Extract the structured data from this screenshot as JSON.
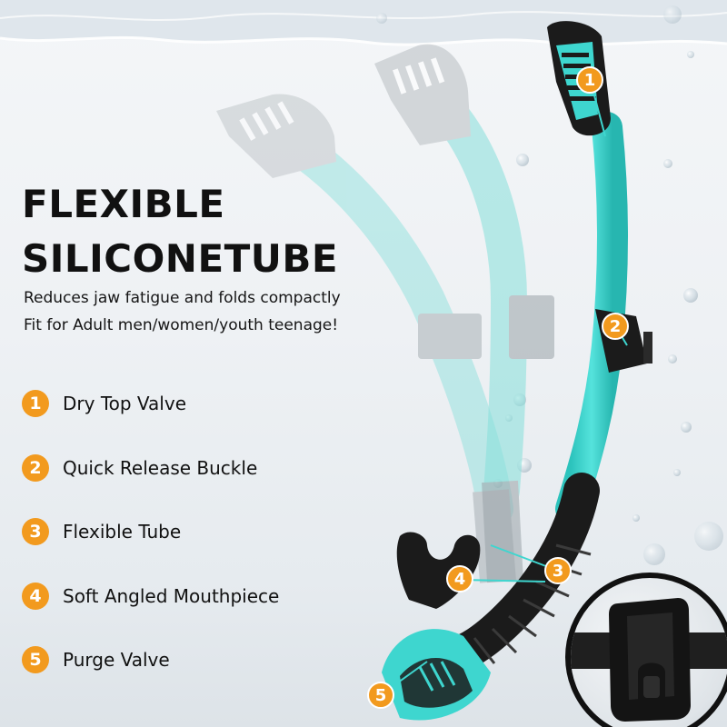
{
  "headline": {
    "line1": "FLEXIBLE",
    "line2": "SILICONETUBE"
  },
  "subtitle": {
    "line1": "Reduces jaw fatigue and folds compactly",
    "line2": "Fit for Adult men/women/youth teenage!"
  },
  "features": [
    {
      "number": "1",
      "label": "Dry Top Valve"
    },
    {
      "number": "2",
      "label": "Quick Release Buckle"
    },
    {
      "number": "3",
      "label": "Flexible Tube"
    },
    {
      "number": "4",
      "label": "Soft Angled Mouthpiece"
    },
    {
      "number": "5",
      "label": "Purge Valve"
    }
  ],
  "markers": [
    "1",
    "2",
    "3",
    "4",
    "5"
  ],
  "colors": {
    "badge": "#f29a1e",
    "tube": "#3ed6cf",
    "tube_ghost": "#9fe6e2",
    "rubber": "#1b1b1b",
    "text": "#111111"
  }
}
